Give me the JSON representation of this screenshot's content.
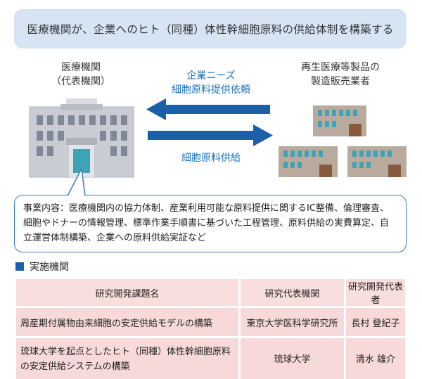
{
  "banner": {
    "text": "医療機関が、企業へのヒト（同種）体性幹細胞原料の供給体制を構築する"
  },
  "medical": {
    "line1": "医療機関",
    "line2": "（代表機関）"
  },
  "maker": {
    "line1": "再生医療等製品の",
    "line2": "製造販売業者"
  },
  "flows": {
    "request_line1": "企業ニーズ",
    "request_line2": "細胞原料提供依頼",
    "supply": "細胞原料供給"
  },
  "content": {
    "text": "事業内容：医療機関内の協力体制、産業利用可能な原料提供に関するIC整備、倫理審査、細胞やドナーの情報管理、標準作業手順書に基づいた工程管理、原料供給の実費算定、自立運営体制構築、企業への原料供給実証など"
  },
  "section": {
    "title": "実施機関"
  },
  "table": {
    "headers": [
      "研究開発課題名",
      "研究代表機関",
      "研究開発代表者"
    ],
    "rows": [
      {
        "title": "周産期付属物由来細胞の安定供給モデルの構築",
        "institution": "東京大学医科学研究所",
        "leader": "長村 登紀子"
      },
      {
        "title": "琉球大学を起点としたヒト（同種）体性幹細胞原料の安定供給システムの構築",
        "institution": "琉球大学",
        "leader": "清水 雄介"
      }
    ]
  },
  "colors": {
    "accent_blue": "#1a72bb",
    "banner_bg": "#d6e4f3",
    "table_pink": "#f7d9d9",
    "building_gray": "#c5c9d0",
    "factory_brown": "#b8a99a",
    "window_teal": "#3fa3b8"
  }
}
